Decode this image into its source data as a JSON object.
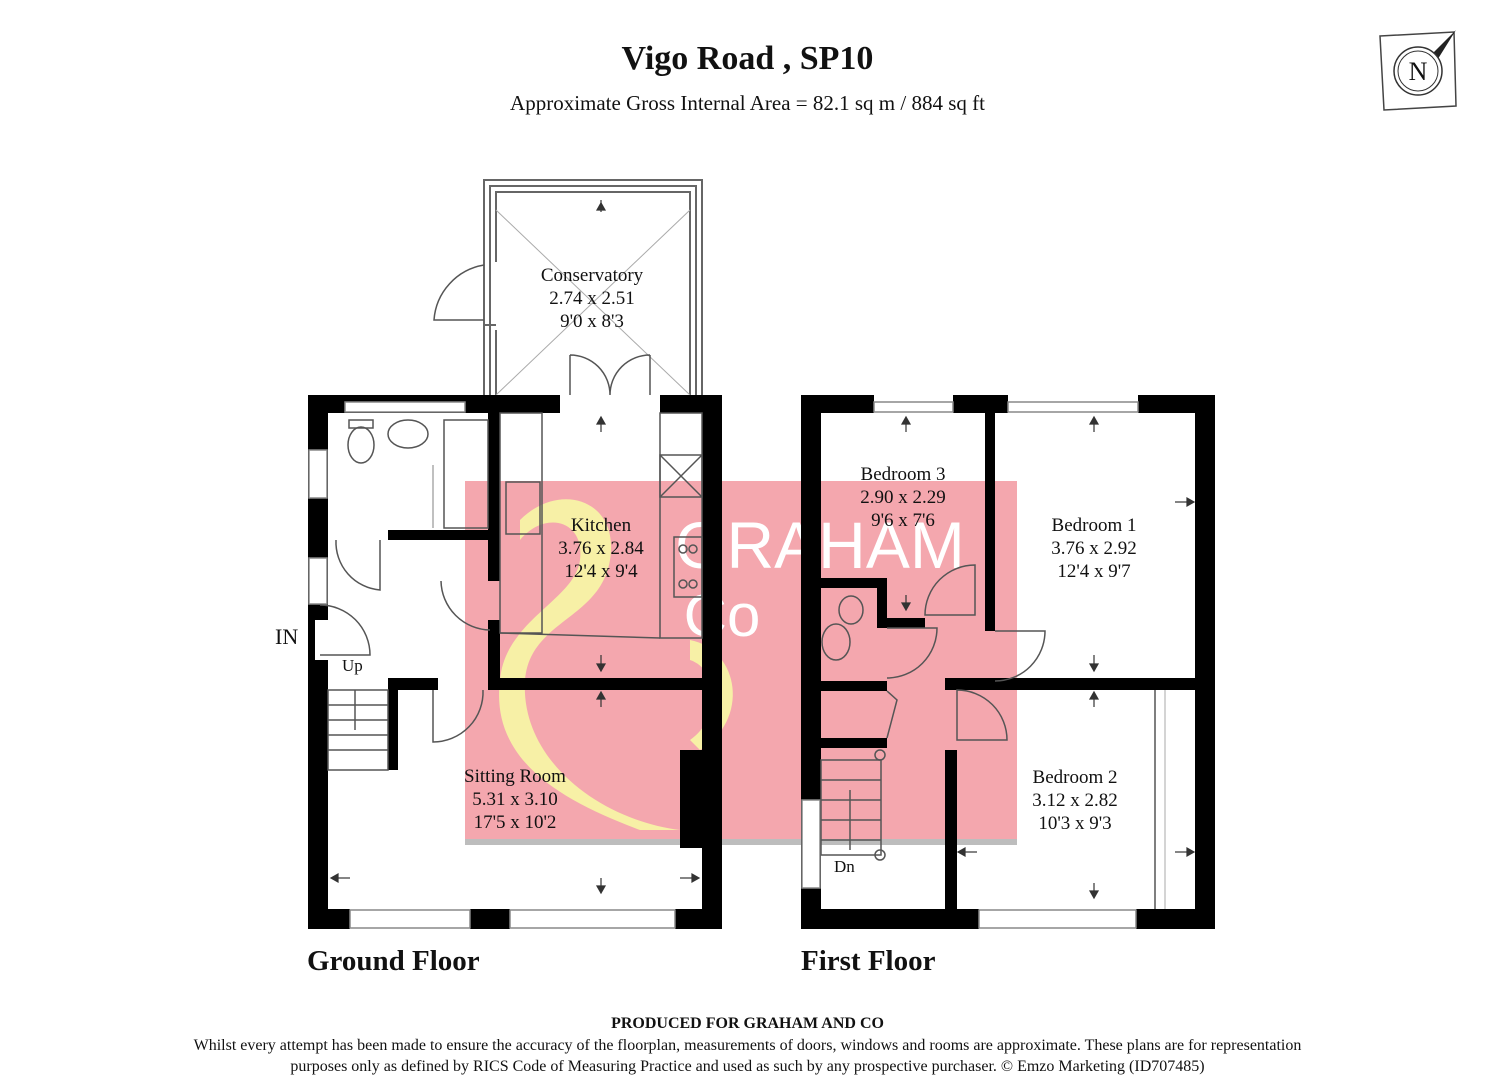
{
  "title": "Vigo Road , SP10",
  "subtitle": "Approximate Gross Internal Area = 82.1 sq m / 884 sq ft",
  "compass_letter": "N",
  "rooms": {
    "conservatory": {
      "name": "Conservatory",
      "metric": "2.74 x 2.51",
      "imperial": "9'0 x 8'3"
    },
    "kitchen": {
      "name": "Kitchen",
      "metric": "3.76 x 2.84",
      "imperial": "12'4 x 9'4"
    },
    "sitting_room": {
      "name": "Sitting Room",
      "metric": "5.31 x 3.10",
      "imperial": "17'5 x 10'2"
    },
    "bedroom3": {
      "name": "Bedroom 3",
      "metric": "2.90 x 2.29",
      "imperial": "9'6 x 7'6"
    },
    "bedroom1": {
      "name": "Bedroom 1",
      "metric": "3.76 x 2.92",
      "imperial": "12'4 x 9'7"
    },
    "bedroom2": {
      "name": "Bedroom 2",
      "metric": "3.12 x 2.82",
      "imperial": "10'3 x 9'3"
    }
  },
  "labels": {
    "in": "IN",
    "up": "Up",
    "dn": "Dn"
  },
  "floors": {
    "ground": "Ground Floor",
    "first": "First Floor"
  },
  "watermark": {
    "line1": "GRAHAM",
    "line2": "Co",
    "bg_color": "#f4a7ae",
    "accent_color": "#f7f0a6"
  },
  "footer": {
    "produced": "PRODUCED FOR GRAHAM AND CO",
    "disclaimer_line1": "Whilst every attempt has been made to ensure the accuracy of the floorplan, measurements of doors, windows and rooms are approximate. These plans are for representation",
    "disclaimer_line2": "purposes only as defined by RICS Code of Measuring Practice and used as such by any prospective purchaser. © Emzo Marketing (ID707485)"
  }
}
